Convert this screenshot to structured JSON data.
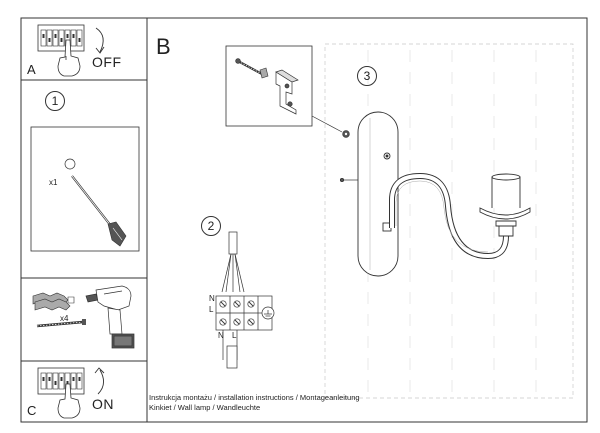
{
  "panels": {
    "a": {
      "letter": "A",
      "action": "OFF"
    },
    "b": {
      "letter": "B"
    },
    "c": {
      "letter": "C",
      "action": "ON"
    }
  },
  "steps": {
    "one": {
      "number": "1",
      "quantity": "x1"
    },
    "two": {
      "number": "2"
    },
    "three": {
      "number": "3"
    },
    "tools": {
      "quantity": "x4"
    }
  },
  "wiring": {
    "terminal_top_n": "N",
    "terminal_top_l": "L",
    "terminal_bottom_n": "N",
    "terminal_bottom_l": "L"
  },
  "caption": {
    "line1": "Instrukcja montażu / installation instructions / Montageanleitung",
    "line2": "Kinkiet / Wall lamp / Wandleuchte"
  },
  "colors": {
    "ink": "#333333",
    "light_line": "#aaaaaa",
    "dashed": "#c8c8c8",
    "screw_fill": "#555555"
  }
}
